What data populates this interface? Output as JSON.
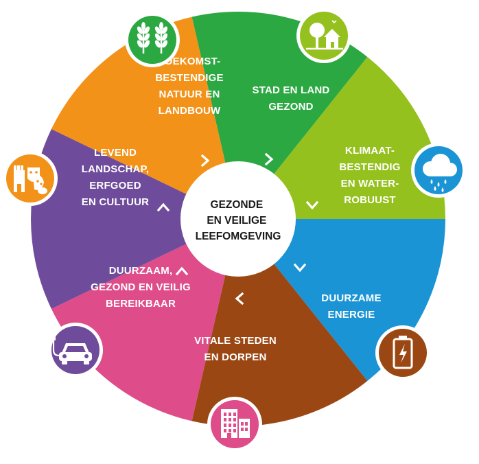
{
  "center": {
    "lines": [
      "GEZONDE",
      "EN VEILIGE",
      "LEEFOMGEVING"
    ]
  },
  "segments": [
    {
      "id": "natuur",
      "color": "#2ca842",
      "icon": "wheat-icon",
      "lines": [
        "TOEKOMST-",
        "BESTENDIGE",
        "NATUUR EN",
        "LANDBOUW"
      ]
    },
    {
      "id": "stad",
      "color": "#95c11f",
      "icon": "tree-house-icon",
      "lines": [
        "STAD EN LAND",
        "GEZOND"
      ]
    },
    {
      "id": "klimaat",
      "color": "#1b94d6",
      "icon": "rain-cloud-icon",
      "lines": [
        "KLIMAAT-",
        "BESTENDIG",
        "EN WATER-",
        "ROBUUST"
      ]
    },
    {
      "id": "energie",
      "color": "#9a4714",
      "icon": "battery-icon",
      "lines": [
        "DUURZAME",
        "ENERGIE"
      ]
    },
    {
      "id": "steden",
      "color": "#de4c8a",
      "icon": "buildings-icon",
      "lines": [
        "VITALE STEDEN",
        "EN DORPEN"
      ]
    },
    {
      "id": "mobiliteit",
      "color": "#6f4c9b",
      "icon": "electric-car-icon",
      "lines": [
        "DUURZAAM,",
        "GEZOND EN VEILIG",
        "BEREIKBAAR"
      ]
    },
    {
      "id": "landschap",
      "color": "#f39219",
      "icon": "heritage-icon",
      "lines": [
        "LEVEND",
        "LANDSCHAP,",
        "ERFGOED",
        "EN CULTUUR"
      ]
    }
  ]
}
